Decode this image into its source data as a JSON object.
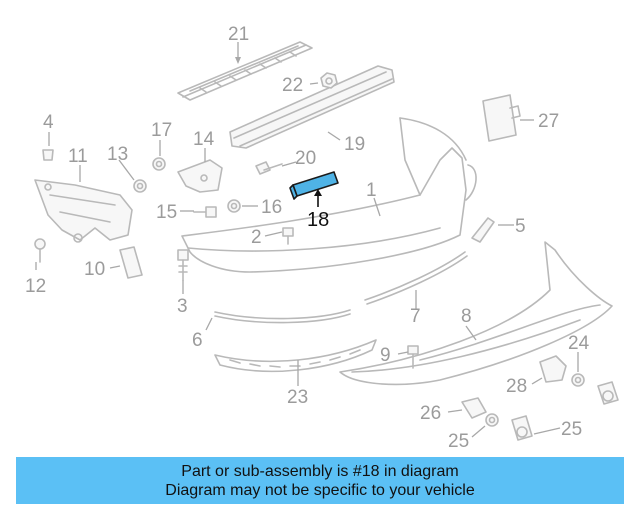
{
  "diagram": {
    "highlighted_part": "18",
    "highlight_color": "#4fb3e6",
    "callouts": [
      "1",
      "2",
      "3",
      "4",
      "5",
      "6",
      "7",
      "8",
      "9",
      "10",
      "11",
      "12",
      "13",
      "14",
      "15",
      "16",
      "17",
      "18",
      "19",
      "20",
      "21",
      "22",
      "23",
      "24",
      "25",
      "25",
      "26",
      "27",
      "28"
    ]
  },
  "banner": {
    "line1": "Part or sub-assembly is #18 in diagram",
    "line2": "Diagram may not be specific to your vehicle",
    "background": "#5bc0f5"
  }
}
